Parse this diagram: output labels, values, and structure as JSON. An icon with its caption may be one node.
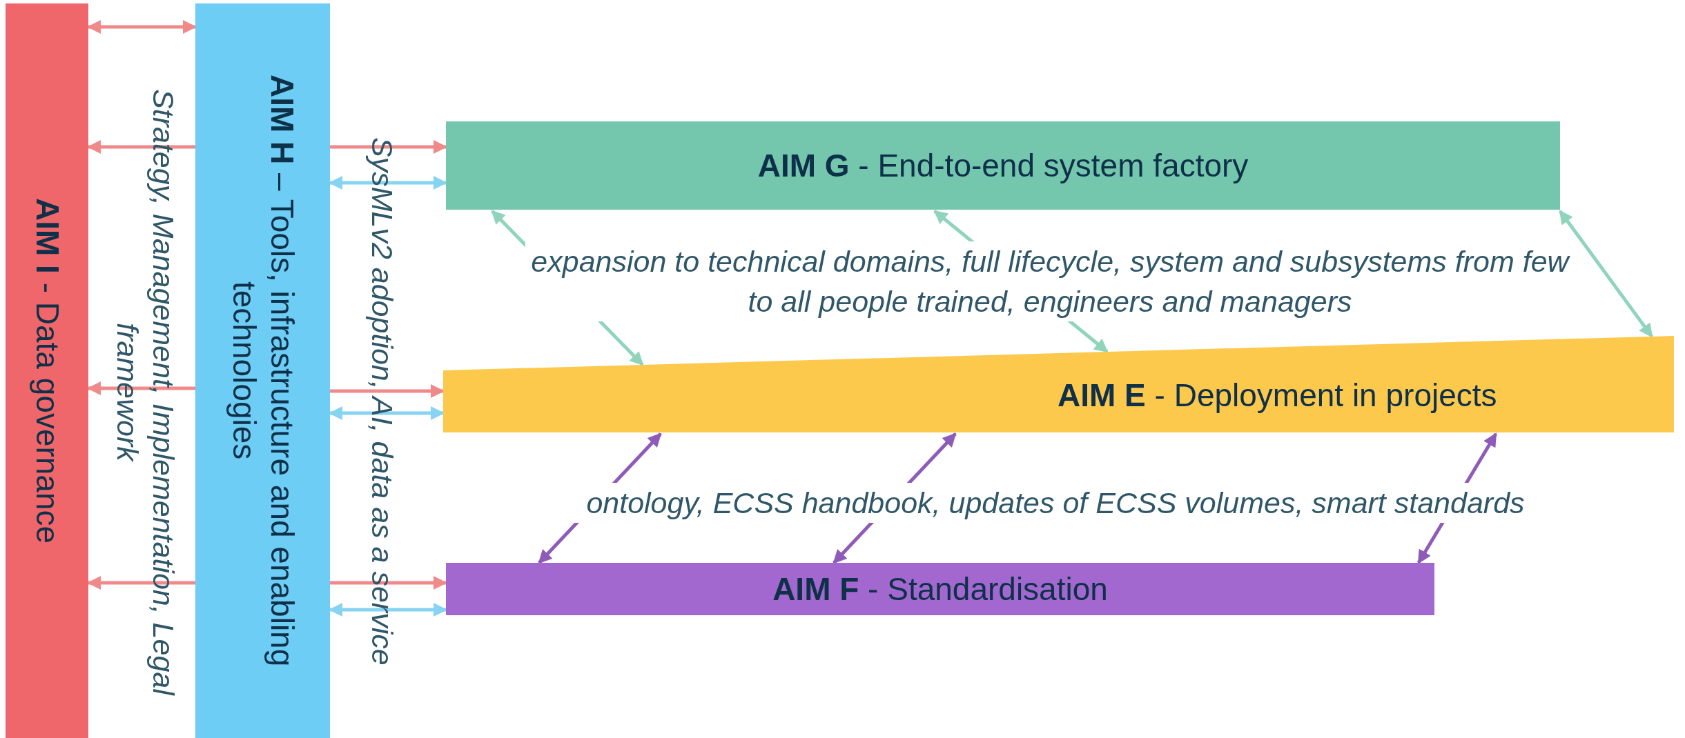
{
  "diagram": {
    "nodes": [
      {
        "text": [
          "**AIM I** - Data governance"
        ]
      },
      {
        "text": [
          "**AIM H** – Tools, infrastructure and enabling technologies"
        ]
      },
      {
        "text": [
          "**AIM G** - End-to-end system factory"
        ]
      },
      {
        "text": [
          "**AIM E** - Deployment in projects"
        ]
      },
      {
        "text": [
          "**AIM F** - Standardisation"
        ]
      }
    ],
    "edges": [
      {
        "from": 0,
        "to": 1,
        "arrow": "both",
        "color": "#f08a8a"
      },
      {
        "from": 1,
        "to": 0,
        "arrow": "to",
        "color": "#f08a8a"
      },
      {
        "from": 1,
        "to": 2,
        "arrow": "to",
        "color": "#f08a8a"
      },
      {
        "from": 1,
        "to": 2,
        "arrow": "both",
        "color": "#86d3f2"
      },
      {
        "from": 1,
        "to": 0,
        "arrow": "to",
        "color": "#f08a8a"
      },
      {
        "from": 1,
        "to": 3,
        "arrow": "to",
        "color": "#f08a8a"
      },
      {
        "from": 1,
        "to": 3,
        "arrow": "both",
        "color": "#86d3f2"
      },
      {
        "from": 1,
        "to": 0,
        "arrow": "to",
        "color": "#f08a8a"
      },
      {
        "from": 1,
        "to": 4,
        "arrow": "to",
        "color": "#f08a8a"
      },
      {
        "from": 1,
        "to": 4,
        "arrow": "both",
        "color": "#86d3f2"
      },
      {
        "from": 2,
        "to": 3,
        "arrow": "both",
        "color": "#8fd4bb"
      },
      {
        "from": 2,
        "to": 3,
        "arrow": "both",
        "color": "#8fd4bb"
      },
      {
        "from": 2,
        "to": 3,
        "arrow": "both",
        "color": "#8fd4bb"
      },
      {
        "from": 3,
        "to": 4,
        "arrow": "both",
        "color": "#8e5cb8"
      },
      {
        "from": 3,
        "to": 4,
        "arrow": "both",
        "color": "#8e5cb8"
      },
      {
        "from": 3,
        "to": 4,
        "arrow": "both",
        "color": "#8e5cb8"
      }
    ],
    "labels": [
      "Strategy, Management, Implementation, Legal framework",
      "SysMLv2 adoption, AI, data as a service",
      "expansion to technical domains, full lifecycle, system and subsystems from few to all people trained, engineers and managers",
      "ontology, ECSS handbook, updates of ECSS volumes, smart standards"
    ]
  }
}
